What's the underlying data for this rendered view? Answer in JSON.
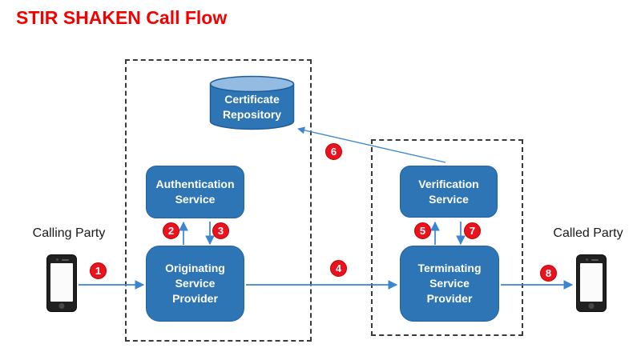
{
  "title": "STIR SHAKEN Call Flow",
  "colors": {
    "node_blue": "#2E75B6",
    "node_border": "#2161A3",
    "cylinder_top": "#94BBE2",
    "arrow_blue": "#3B86D1",
    "badge_red": "#E9121F",
    "title_red": "#F40000"
  },
  "parties": {
    "calling": {
      "label": "Calling Party"
    },
    "called": {
      "label": "Called Party"
    }
  },
  "nodes": {
    "certificate_repository": {
      "lines": [
        "Certificate",
        "Repository"
      ]
    },
    "authentication_service": {
      "lines": [
        "Authentication",
        "Service"
      ]
    },
    "verification_service": {
      "lines": [
        "Verification",
        "Service"
      ]
    },
    "originating_service_provider": {
      "lines": [
        "Originating",
        "Service",
        "Provider"
      ]
    },
    "terminating_service_provider": {
      "lines": [
        "Terminating",
        "Service",
        "Provider"
      ]
    }
  },
  "steps": [
    "1",
    "2",
    "3",
    "4",
    "5",
    "6",
    "7",
    "8"
  ]
}
